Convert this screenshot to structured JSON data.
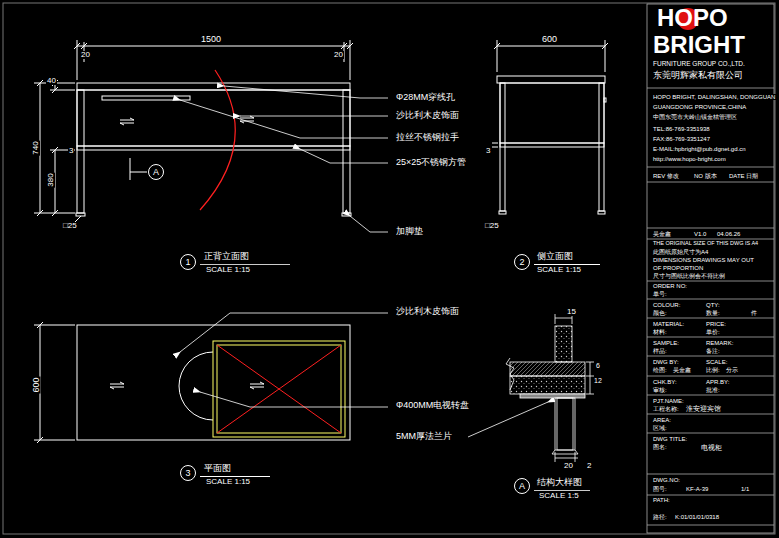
{
  "diagram": {
    "nodes": [
      {
        "text": [
          "A"
        ]
      },
      {
        "text": [
          "1"
        ]
      },
      {
        "text": [
          "2"
        ]
      },
      {
        "text": [
          "3"
        ]
      },
      {
        "text": [
          "A"
        ]
      }
    ],
    "labels": [
      "1500",
      "20",
      "20",
      "40",
      "740",
      "380",
      "3",
      "□25",
      "Φ28MM穿线孔",
      "沙比利木皮饰面",
      "拉丝不锈钢拉手",
      "25×25不锈钢方管",
      "加脚垫",
      "正背立面图",
      "SCALE 1:15",
      "600",
      "3",
      "□25",
      "侧立面图",
      "SCALE 1:15",
      "600",
      "沙比利木皮饰面",
      "Φ400MM电视转盘",
      "5MM厚法兰片",
      "平面图",
      "SCALE 1:15",
      "15",
      "6",
      "12",
      "20",
      "2",
      "结构大样图",
      "SCALE 1:5",
      "FURNITURE GROUP CO.,LTD.",
      "东莞明辉家私有限公司",
      "HOPO BRIGHT, DALINGSHAN, DONGGUAN",
      "GUANGDONG PROVINCE,CHINA",
      "中国东莞市大岭山镇金桔管理区",
      "TEL:86-769-3351938",
      "FAX:86-769-3351247",
      "E-MAIL:hpbright@pub.dgnet.gd.cn",
      "http://www.hopo-bright.com",
      "REV 修改",
      "NO 版本",
      "DATE 日期",
      "吴金鑫",
      "V1.0",
      "04.06.26",
      "THE ORIGINAL SIZE OF THIS DWG IS A4",
      "此图纸原始尺寸为A4",
      "DIMENSIONS DRAWINGS MAY OUT",
      "OF PROPORTION",
      "尺寸与图纸比例会不符比例",
      "ORDER NO:",
      "单号:",
      "COLOUR:",
      "QTY:",
      "颜色:",
      "数量:",
      "件",
      "MATERIAL:",
      "PRICE:",
      "材料:",
      "单价:",
      "SAMPLE:",
      "REMARK:",
      "样品:",
      "备注:",
      "DWG BY:",
      "SCALE:",
      "绘图:",
      "吴金鑫",
      "比例:",
      "分示",
      "CHK.BY:",
      "APR.BY:",
      "审核:",
      "批准:",
      "PJT.NAME:",
      "工程名称:",
      "淮安迎宾馆",
      "AREA:",
      "区域:",
      "DWG TITLE:",
      "图名:",
      "电视柜",
      "DWG.NO:",
      "图号:",
      "KF-A-39",
      "1/1",
      "PATH:",
      "路径:",
      "K:01/01/01/0318",
      "HOPO",
      "BRIGHT"
    ]
  }
}
